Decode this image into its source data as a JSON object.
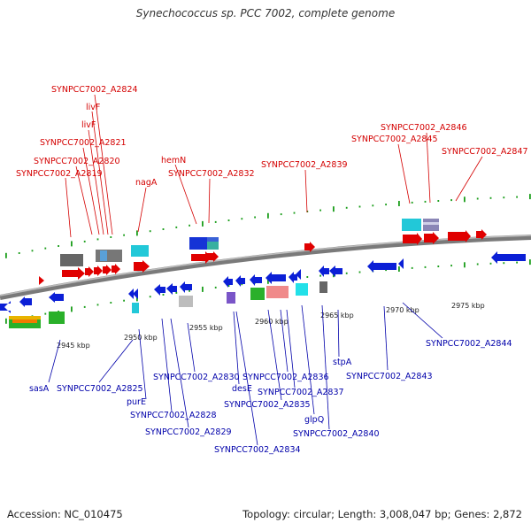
{
  "title": "Synechococcus sp. PCC 7002, complete genome",
  "accession": "Accession: NC_010475",
  "topology": "Topology: circular; Length: 3,008,047 bp; Genes: 2,872",
  "colors": {
    "forward": "#e00000",
    "reverse": "#0b1fd6",
    "backbone": "#7a7a7a",
    "label_forward": "#d40000",
    "label_reverse": "#0000aa",
    "ticks": "#1c9e1c"
  },
  "ticks": [
    "2945 kbp",
    "2950 kbp",
    "2955 kbp",
    "2960 kbp",
    "2965 kbp",
    "2970 kbp",
    "2975 kbp"
  ],
  "forward_labels": [
    "SYNPCC7002_A2824",
    "livF",
    "livF",
    "SYNPCC7002_A2821",
    "SYNPCC7002_A2820",
    "SYNPCC7002_A2819",
    "nagA",
    "hemN",
    "SYNPCC7002_A2832",
    "SYNPCC7002_A2839",
    "SYNPCC7002_A2846",
    "SYNPCC7002_A2845",
    "SYNPCC7002_A2847"
  ],
  "reverse_labels": [
    "sasA",
    "SYNPCC7002_A2825",
    "purE",
    "SYNPCC7002_A2828",
    "SYNPCC7002_A2829",
    "SYNPCC7002_A2830",
    "desE",
    "SYNPCC7002_A2834",
    "SYNPCC7002_A2836",
    "SYNPCC7002_A2835",
    "SYNPCC7002_A2837",
    "glpQ",
    "SYNPCC7002_A2840",
    "stpA",
    "SYNPCC7002_A2843",
    "SYNPCC7002_A2844"
  ]
}
